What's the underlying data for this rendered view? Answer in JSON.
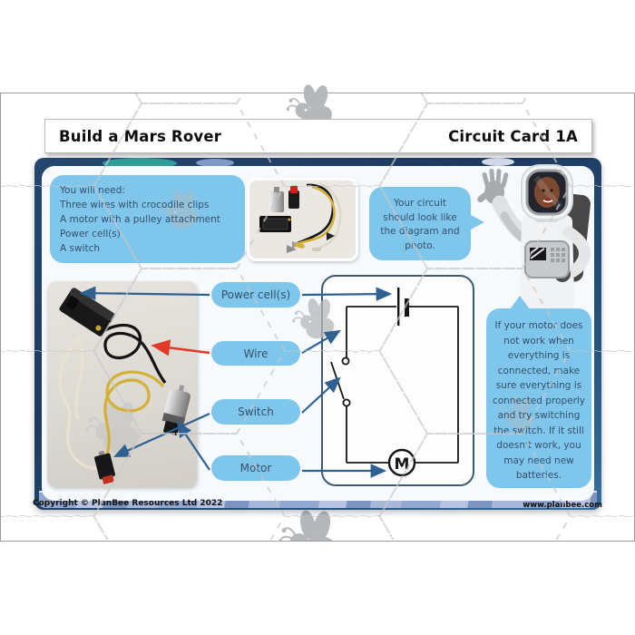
{
  "header": {
    "title": "Build a Mars Rover",
    "card_label": "Circuit Card 1A"
  },
  "materials": {
    "lines": [
      "You will need:",
      "Three wires with crocodile clips",
      "A motor with a pulley attachment",
      "Power cell(s)",
      "A switch"
    ]
  },
  "speech_bubble": {
    "text": "Your circuit should look like the diagram and photo."
  },
  "info_box": {
    "text": "If your motor does not work when everything is connected, make sure everything is connected properly and try switching the switch. If it still doesn't work, you may need new batteries."
  },
  "labels": [
    "Power cell(s)",
    "Wire",
    "Switch",
    "Motor"
  ],
  "circuit": {
    "motor_symbol": "M"
  },
  "footer": {
    "copyright": "Copyright © PlanBee Resources Ltd 2022",
    "website": "www.planbee.com"
  },
  "colors": {
    "box_blue": "#7fc6ed",
    "text_slate": "#35506b",
    "arrow_blue": "#2e6191",
    "arrow_red": "#e23a28",
    "card_navy": "#1d3c63",
    "teal_accent": "#2f9e99",
    "hex_dash_gray": "#c8c8c8"
  }
}
